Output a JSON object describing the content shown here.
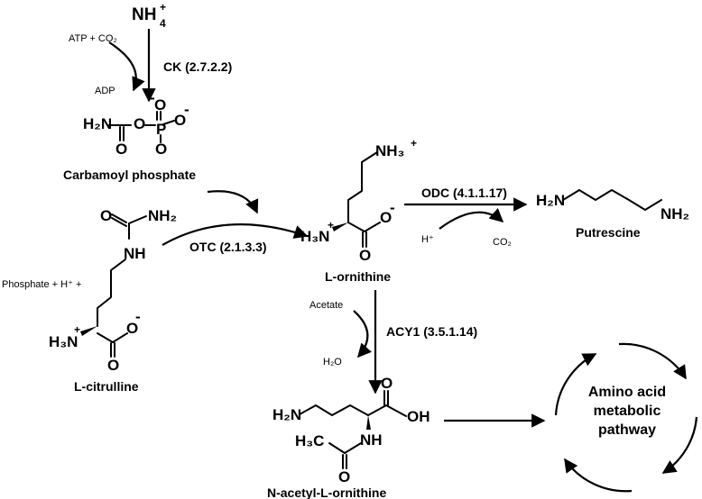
{
  "ammonium": {
    "symbol": "NH",
    "sub": "4",
    "sup": "+"
  },
  "cofactors": {
    "atp_co2": "ATP + CO₂",
    "adp": "ADP",
    "phosphate_h": "Phosphate + H⁺ +",
    "h_plus": "H⁺",
    "co2": "CO₂",
    "acetate": "Acetate",
    "h2o": "H₂O"
  },
  "enzymes": {
    "ck": "CK (2.7.2.2)",
    "otc": "OTC (2.1.3.3)",
    "odc": "ODC (4.1.1.17)",
    "acy1": "ACY1 (3.5.1.14)"
  },
  "compounds": {
    "carbamoyl_phosphate": "Carbamoyl phosphate",
    "l_citrulline": "L-citrulline",
    "l_ornithine": "L-ornithine",
    "putrescine": "Putrescine",
    "n_acetyl_l_ornithine": "N-acetyl-L-ornithine"
  },
  "cycle": {
    "line1": "Amino acid",
    "line2": "metabolic",
    "line3": "pathway"
  },
  "atoms": {
    "h2n": "H₂N",
    "h3n": "H₃N",
    "nh2": "NH₂",
    "nh3": "NH₃",
    "nh": "NH",
    "oh": "OH",
    "h3c": "H₃C",
    "o": "O",
    "p": "P",
    "minus": "-",
    "plus": "+"
  }
}
